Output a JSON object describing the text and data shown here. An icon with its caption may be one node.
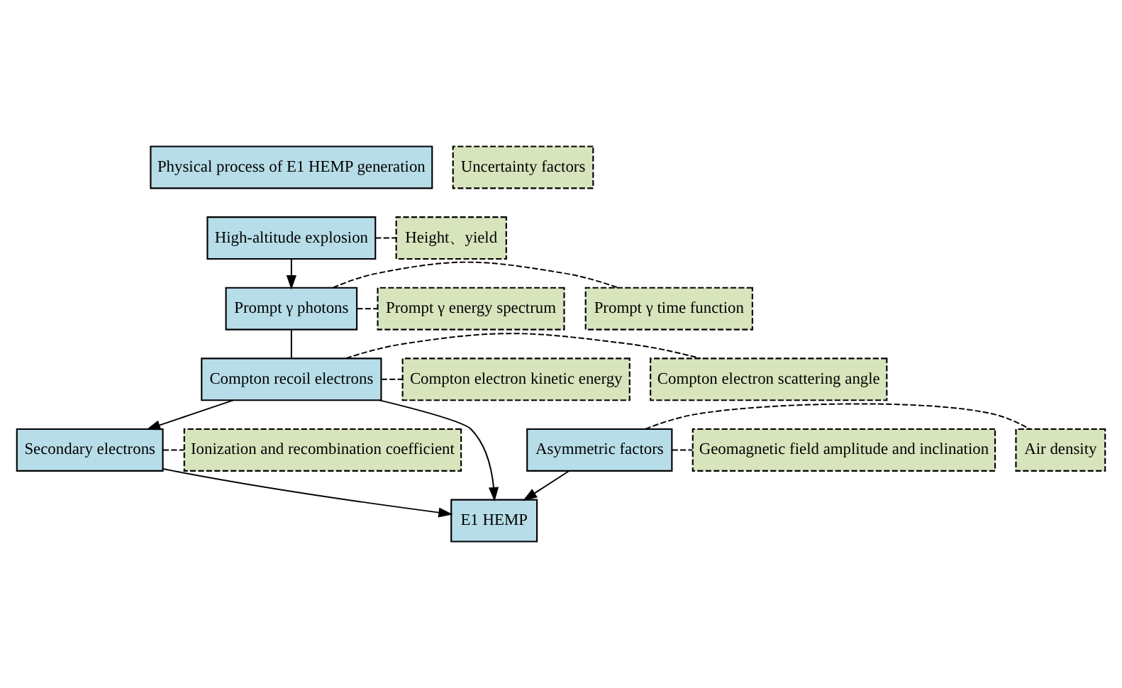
{
  "diagram": {
    "nodes": [
      {
        "text": [
          "Physical process of E1 HEMP generation"
        ]
      },
      {
        "text": [
          "Uncertainty factors"
        ]
      },
      {
        "text": [
          "High-altitude explosion"
        ]
      },
      {
        "text": [
          "Height、yield"
        ]
      },
      {
        "text": [
          "Prompt γ photons"
        ]
      },
      {
        "text": [
          "Prompt γ time function"
        ]
      },
      {
        "text": [
          "Prompt γ energy spectrum"
        ]
      },
      {
        "text": [
          "Compton recoil electrons"
        ]
      },
      {
        "text": [
          "Compton electron scattering angle"
        ]
      },
      {
        "text": [
          "Compton electron kinetic energy"
        ]
      },
      {
        "text": [
          "Secondary electrons"
        ]
      },
      {
        "text": [
          "Ionization and recombination coefficient"
        ]
      },
      {
        "text": [
          "Asymmetric factors"
        ]
      },
      {
        "text": [
          "Air density"
        ]
      },
      {
        "text": [
          "Geomagnetic field amplitude and inclination"
        ]
      },
      {
        "text": [
          "E1 HEMP"
        ]
      }
    ],
    "edges": [
      {
        "from": 2,
        "to": 4,
        "arrow": "to"
      },
      {
        "from": 4,
        "to": 7,
        "arrow": "none"
      },
      {
        "from": 7,
        "to": 10,
        "arrow": "to"
      },
      {
        "from": 10,
        "to": 15,
        "arrow": "to"
      },
      {
        "from": 7,
        "to": 15,
        "arrow": "to"
      },
      {
        "from": 12,
        "to": 15,
        "arrow": "to"
      },
      {
        "from": 2,
        "to": 3,
        "arrow": "none",
        "style": "dashed"
      },
      {
        "from": 4,
        "to": 5,
        "arrow": "none",
        "style": "dashed"
      },
      {
        "from": 4,
        "to": 6,
        "arrow": "none",
        "style": "dashed"
      },
      {
        "from": 7,
        "to": 8,
        "arrow": "none",
        "style": "dashed"
      },
      {
        "from": 7,
        "to": 9,
        "arrow": "none",
        "style": "dashed"
      },
      {
        "from": 10,
        "to": 11,
        "arrow": "none",
        "style": "dashed"
      },
      {
        "from": 12,
        "to": 13,
        "arrow": "none",
        "style": "dashed"
      },
      {
        "from": 12,
        "to": 14,
        "arrow": "none",
        "style": "dashed"
      }
    ]
  }
}
